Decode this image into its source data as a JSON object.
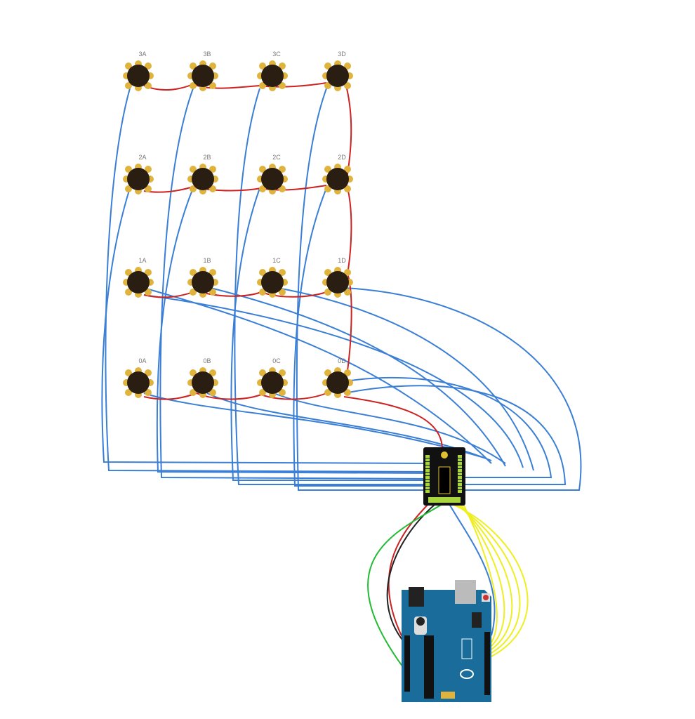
{
  "diagram": {
    "buttons": {
      "row_3": [
        "3A",
        "3B",
        "3C",
        "3D"
      ],
      "row_2": [
        "2A",
        "2B",
        "2C",
        "2D"
      ],
      "row_1": [
        "1A",
        "1B",
        "1C",
        "1D"
      ],
      "row_0": [
        "0A",
        "0B",
        "0C",
        "0D"
      ]
    },
    "wire_colors": {
      "row": "#cc2222",
      "column": "#3a7fd5",
      "signal": "#eeee22",
      "ground": "#222222",
      "power": "#cc2222",
      "aux": "#22bb33"
    },
    "colors": {
      "button_body": "#2a1d12",
      "button_pad": "#e0b33c",
      "breakout_board": "#111111",
      "breakout_pin": "#a8d63c",
      "arduino_board": "#1a6d9a",
      "usb_port": "#bbbbbb",
      "reset_button": "#cc3333"
    },
    "icons": {
      "arduino_logo": "infinity-logo"
    }
  }
}
